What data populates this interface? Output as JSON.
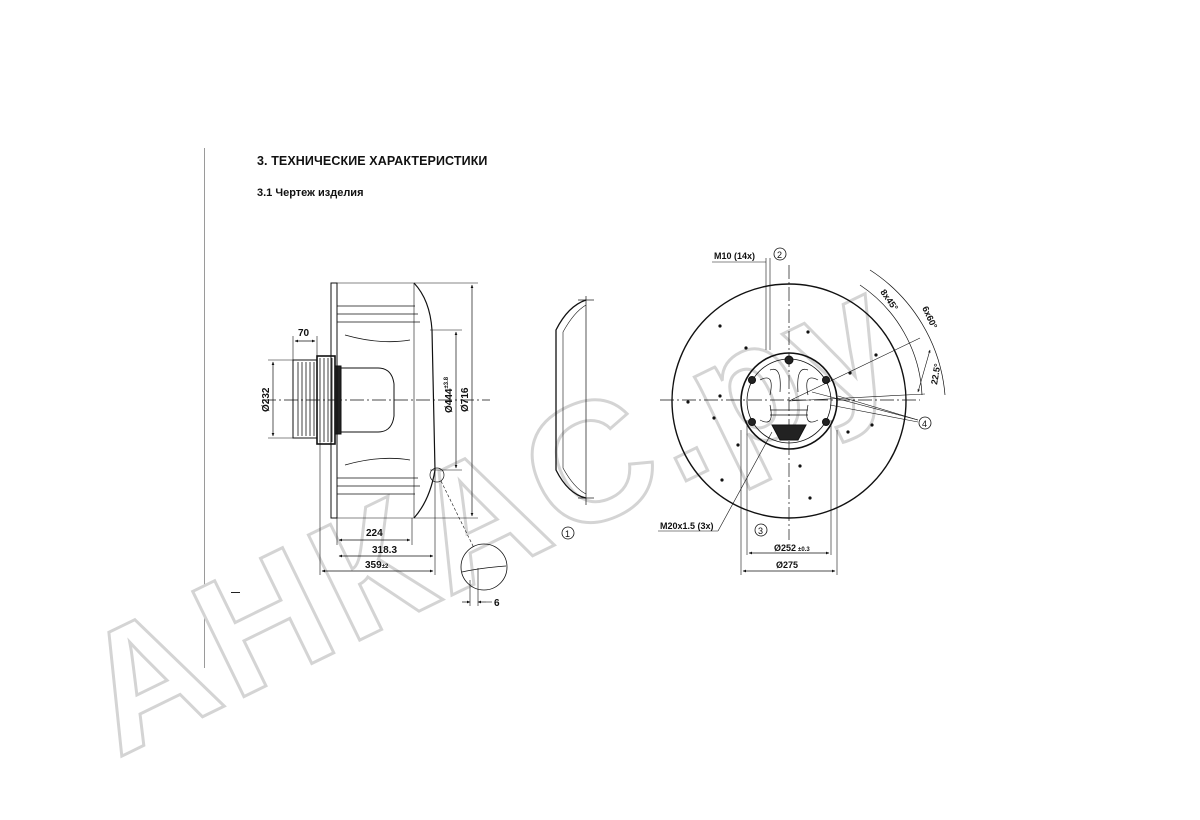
{
  "document": {
    "section_title": "3. ТЕХНИЧЕСКИЕ ХАРАКТЕРИСТИКИ",
    "subsection_title": "3.1 Чертеж изделия"
  },
  "watermark": {
    "text": "АНКАС.ру"
  },
  "side_view": {
    "dim_width_70": "70",
    "dim_dia_232": "Ø232",
    "dim_dia_444": "Ø444",
    "dim_dia_444_tol": "±3.8",
    "dim_dia_716": "Ø716",
    "dim_224": "224",
    "dim_318": "318.3",
    "dim_359": "359",
    "dim_359_tol": "±2",
    "detail_dim_6": "6"
  },
  "section_view": {
    "callout_1": "1"
  },
  "front_view": {
    "label_m10": "M10 (14x)",
    "callout_2": "2",
    "angle_8x45": "8x45°",
    "angle_6x60": "6x60°",
    "angle_22_5": "22.5°",
    "callout_4": "4",
    "label_m20": "M20x1.5 (3x)",
    "callout_3": "3",
    "dim_dia_252": "Ø252",
    "dim_dia_252_tol": "±0.3",
    "dim_dia_275": "Ø275"
  },
  "colors": {
    "line": "#111111",
    "watermark_outline": "#d4d4d4",
    "margin_rule": "#9a9a9a"
  }
}
